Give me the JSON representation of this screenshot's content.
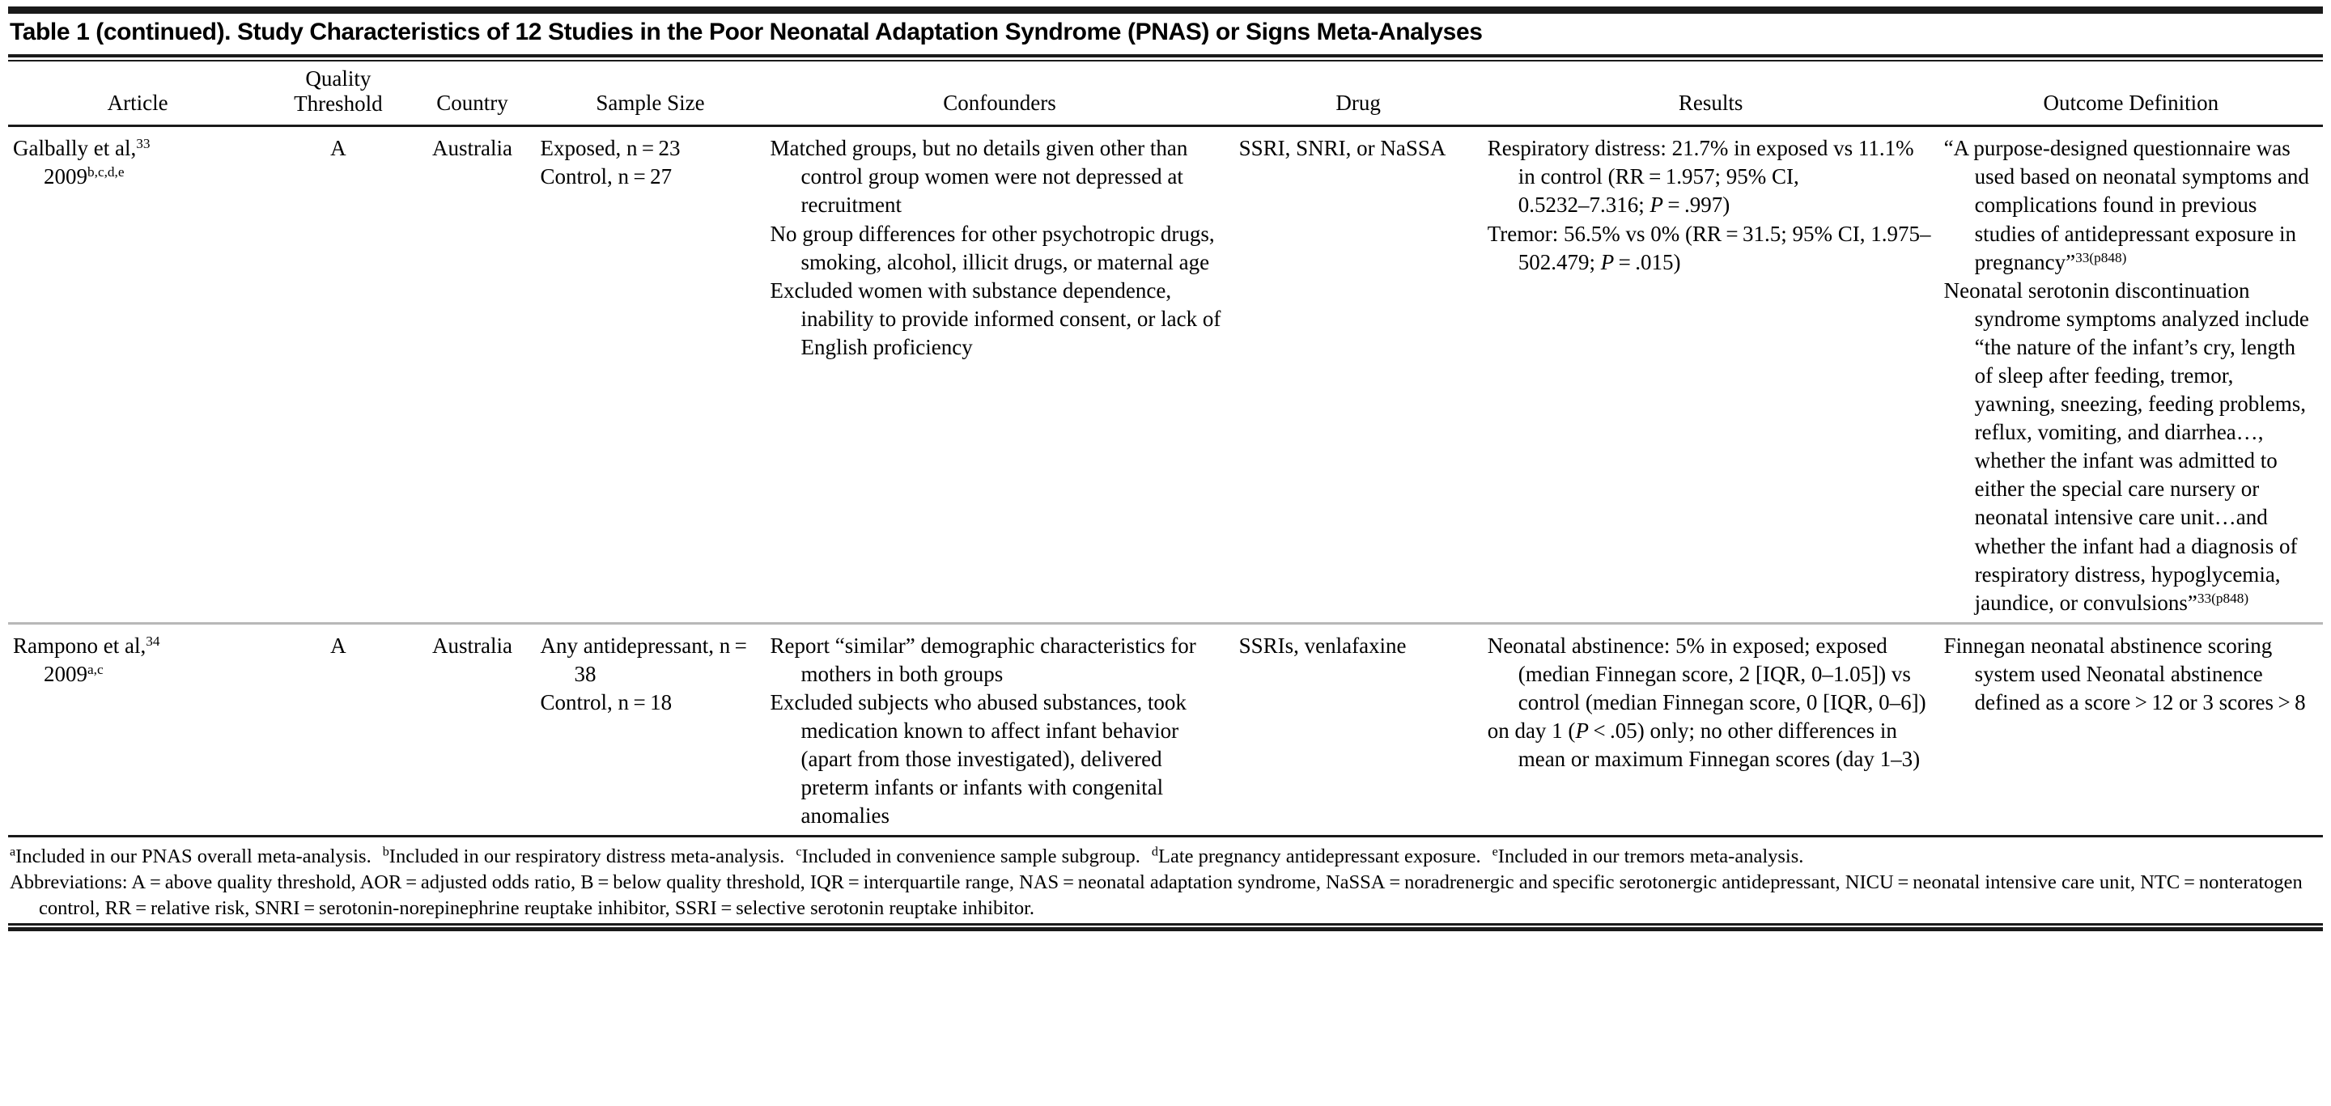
{
  "table": {
    "title": "Table 1 (continued). Study Characteristics of 12 Studies in the Poor Neonatal Adaptation Syndrome (PNAS) or Signs Meta-Analyses",
    "headers": {
      "article": "Article",
      "quality_line1": "Quality",
      "quality_line2": "Threshold",
      "country": "Country",
      "sample_size": "Sample Size",
      "confounders": "Confounders",
      "drug": "Drug",
      "results": "Results",
      "outcome": "Outcome Definition"
    },
    "rows": [
      {
        "article_name": "Galbally et al,",
        "article_ref": "33",
        "article_year": "2009",
        "article_year_sup": "b,c,d,e",
        "quality": "A",
        "country": "Australia",
        "sample": [
          "Exposed, n = 23",
          "Control, n = 27"
        ],
        "confounders": [
          "Matched groups, but no details given other than control group women were not depressed at recruitment",
          "No group differences for other psychotropic drugs, smoking, alcohol, illicit drugs, or maternal age",
          "Excluded women with substance dependence, inability to provide informed consent, or lack of English proficiency"
        ],
        "drug": [
          "SSRI, SNRI, or NaSSA"
        ],
        "results": [
          "Respiratory distress: 21.7% in exposed vs 11.1% in control (RR = 1.957; 95% CI,",
          "0.5232–7.316; P = .997)",
          "Tremor: 56.5% vs 0% (RR = 31.5; 95% CI, 1.975–502.479; P = .015)"
        ],
        "outcome_p1_text": "“A purpose-designed questionnaire was used based on neonatal symptoms and complications found in previous studies of antidepressant exposure in pregnancy”",
        "outcome_p1_sup": "33(p848)",
        "outcome_p2": "Neonatal serotonin discontinuation syndrome symptoms analyzed include “the nature of the infant’s cry, length of sleep after feeding, tremor, yawning, sneezing, feeding problems, reflux, vomiting, and diarrhea…, whether the infant was admitted to either the special care nursery or neonatal intensive care unit…and whether the infant had a diagnosis of respiratory distress, hypoglycemia, jaundice, or convulsions”",
        "outcome_p2_sup": "33(p848)"
      },
      {
        "article_name": "Rampono et al,",
        "article_ref": "34",
        "article_year": "2009",
        "article_year_sup": "a,c",
        "quality": "A",
        "country": "Australia",
        "sample": [
          "Any antidepressant, n = 38",
          "Control, n = 18"
        ],
        "confounders": [
          "Report “similar” demographic characteristics for mothers in both groups",
          "Excluded subjects who abused substances, took medication known to affect infant behavior (apart from those investigated), delivered preterm infants or infants with congenital anomalies"
        ],
        "drug": [
          "SSRIs, venlafaxine"
        ],
        "results": [
          "Neonatal abstinence: 5% in exposed; exposed (median Finnegan score, 2 [IQR, 0–1.05]) vs control (median Finnegan score, 0 [IQR, 0–6])",
          "on day 1 (P < .05) only; no other differences in mean or maximum Finnegan scores (day 1–3)"
        ],
        "outcome_p2": "Finnegan neonatal abstinence scoring system used Neonatal abstinence defined as a score > 12 or 3 scores > 8"
      }
    ]
  },
  "footnotes": {
    "markers": {
      "a": "a",
      "b": "b",
      "c": "c",
      "d": "d",
      "e": "e"
    },
    "note_a": "Included in our PNAS overall meta-analysis.",
    "note_b": "Included in our respiratory distress meta-analysis.",
    "note_c": "Included in convenience sample subgroup.",
    "note_d": "Late pregnancy antidepressant exposure.",
    "note_e": "Included in our tremors meta-analysis.",
    "abbreviations": "Abbreviations: A = above quality threshold, AOR = adjusted odds ratio, B = below quality threshold, IQR = interquartile range, NAS = neonatal adaptation syndrome, NaSSA = noradrenergic and specific serotonergic antidepressant, NICU = neonatal intensive care unit, NTC = nonteratogen control, RR = relative risk, SNRI = serotonin-norepinephrine reuptake inhibitor, SSRI = selective serotonin reuptake inhibitor."
  }
}
